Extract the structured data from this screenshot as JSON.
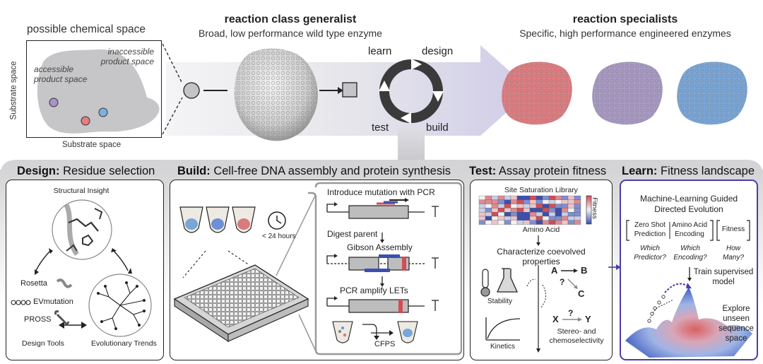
{
  "top": {
    "chem_space": {
      "title": "possible chemical space",
      "inaccessible": [
        "inaccessible",
        "product space"
      ],
      "accessible": [
        "accessible",
        "product space"
      ],
      "x_axis": "Substrate space",
      "y_axis": "Substrate space"
    },
    "generalist": {
      "title": "reaction class generalist",
      "subtitle": "Broad, low performance wild type enzyme"
    },
    "cycle": {
      "learn": "learn",
      "design": "design",
      "test": "test",
      "build": "build"
    },
    "specialists": {
      "title": "reaction specialists",
      "subtitle": "Specific, high performance engineered enzymes",
      "colors": [
        "#e07c80",
        "#a89ac4",
        "#79a6d8"
      ]
    }
  },
  "design": {
    "header_bold": "Design:",
    "header_rest": " Residue selection",
    "structural_insight": "Structural Insight",
    "tools": [
      "Rosetta",
      "EVmutation",
      "PROSS"
    ],
    "design_tools": "Design Tools",
    "evolutionary_trends": "Evolutionary Trends"
  },
  "build": {
    "header_bold": "Build:",
    "header_rest": " Cell-free DNA assembly and protein synthesis",
    "time": "< 24 hours",
    "steps": [
      "Introduce mutation with PCR",
      "Digest parent",
      "Gibson Assembly",
      "PCR amplify LETs"
    ],
    "cfps": "CFPS"
  },
  "test": {
    "header_bold": "Test:",
    "header_rest": " Assay protein fitness",
    "library": "Site Saturation Library",
    "fitness": "Fitness",
    "amino_acid": "Amino Acid",
    "characterize": [
      "Characterize coevolved",
      "properties"
    ],
    "stability": "Stability",
    "kinetics": "Kinetics",
    "stereo": [
      "Stereo- and",
      "chemoselectivity"
    ],
    "rxn1": {
      "a": "A",
      "b": "B",
      "c": "C",
      "q": "?"
    },
    "rxn2": {
      "x": "X",
      "y": "Y",
      "q": "?"
    }
  },
  "learn": {
    "header_bold": "Learn:",
    "header_rest": " Fitness landscape",
    "title": [
      "Machine-Learning Guided",
      "Directed Evolution"
    ],
    "zero_shot": [
      "Zero Shot",
      "Prediction"
    ],
    "encoding": [
      "Amino Acid",
      "Encoding"
    ],
    "fitness": "Fitness",
    "q1": [
      "Which",
      "Predictor?"
    ],
    "q2": [
      "Which",
      "Encoding?"
    ],
    "q3": [
      "How",
      "Many?"
    ],
    "train": [
      "Train supervised",
      "model"
    ],
    "explore": [
      "Explore",
      "unseen",
      "sequence",
      "space"
    ],
    "accent": "#4a3ea8"
  }
}
